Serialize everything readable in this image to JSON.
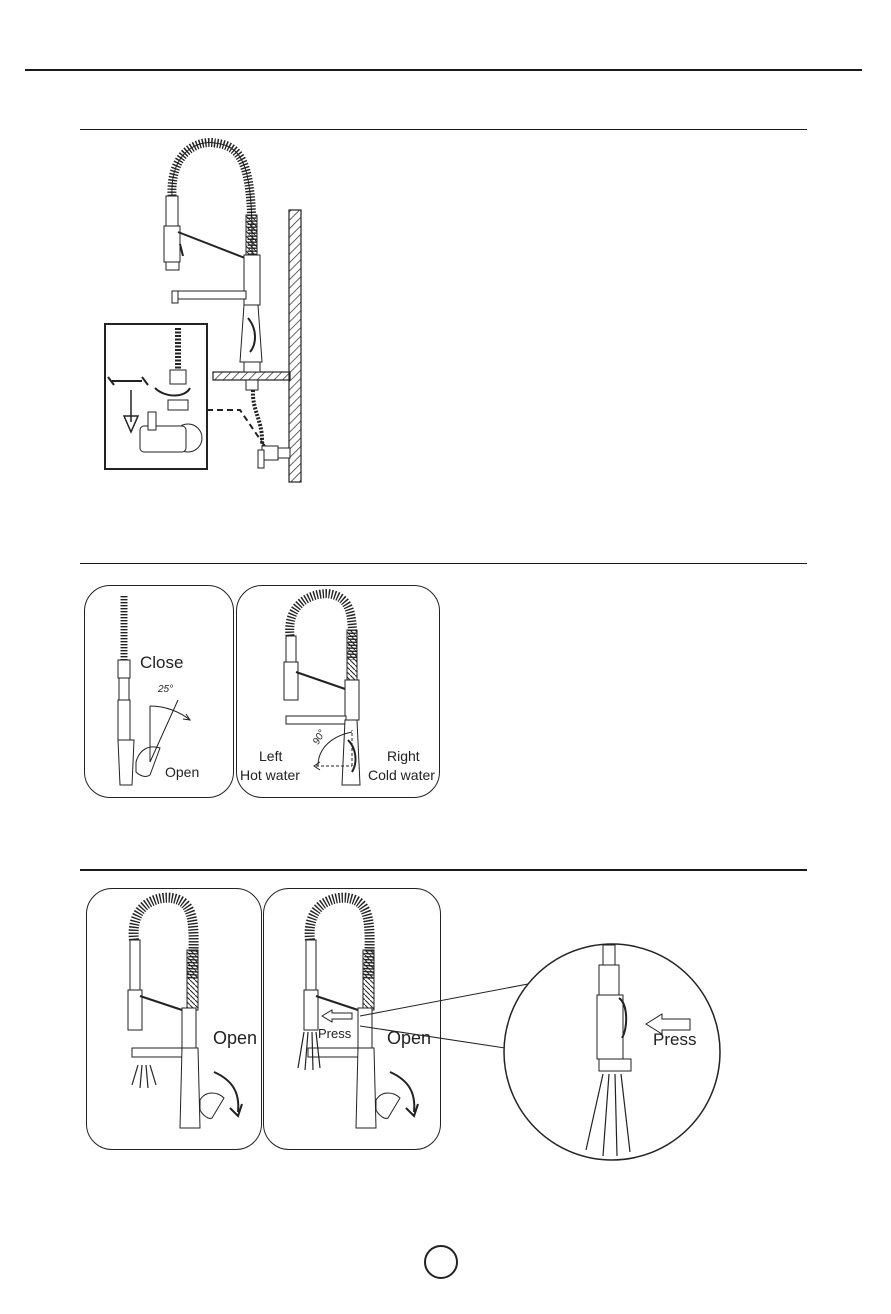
{
  "section_valve": {},
  "section_handle": {
    "close_label": "Close",
    "open_label": "Open",
    "tilt_angle": "25°",
    "swivel_angle": "90°",
    "left_label": "Left",
    "hot_label": "Hot water",
    "right_label": "Right",
    "cold_label": "Cold water"
  },
  "section_spray": {
    "open_label_1": "Open",
    "open_label_2": "Open",
    "press_label_small": "Press",
    "press_label_zoom": "Press"
  },
  "footer": {
    "page_number": ""
  }
}
